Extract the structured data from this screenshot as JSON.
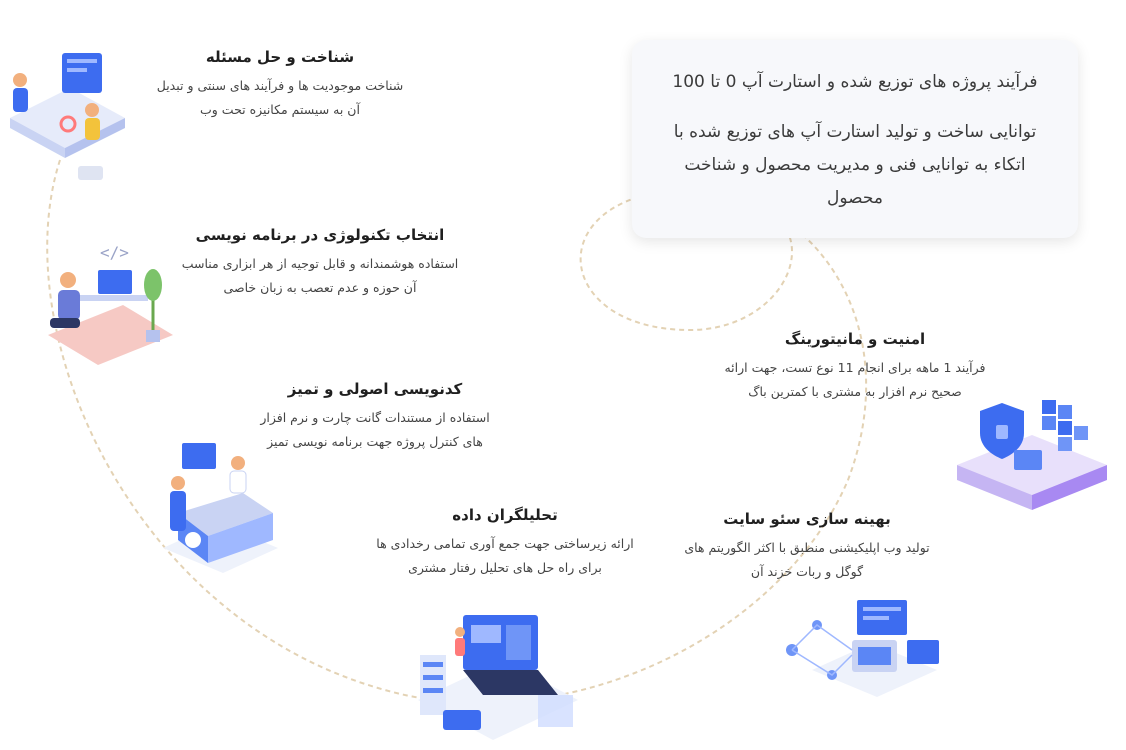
{
  "intro": {
    "title": "فرآیند پروژه های توزیع شده و استارت آپ 0 تا 100",
    "description": "توانایی ساخت و تولید استارت آپ های توزیع شده با اتکاء به توانایی فنی و مدیریت محصول و شناخت محصول"
  },
  "steps": [
    {
      "title": "شناخت و حل مسئله",
      "text": "شناخت موجودیت ها و فرآیند های سنتی و تبدیل آن به سیستم مکانیزه تحت وب",
      "icon": "people-at-desk-icon"
    },
    {
      "title": "انتخاب تکنولوژی در برنامه نویسی",
      "text": "استفاده هوشمندانه و قابل توجیه از هر ابزاری مناسب آن حوزه و عدم تعصب به زبان خاصی",
      "icon": "developer-desk-icon"
    },
    {
      "title": "کدنویسی اصولی و تمیز",
      "text": "استفاده از مستندات گانت چارت و نرم افزار های کنترل پروژه جهت برنامه نویسی تمیز",
      "icon": "reception-desk-icon"
    },
    {
      "title": "تحلیلگران داده",
      "text": "ارائه زیرساختی جهت جمع آوری تمامی رخدادی ها برای راه حل های تحلیل رفتار مشتری",
      "icon": "data-analytics-icon"
    },
    {
      "title": "بهینه سازی سئو سایت",
      "text": "تولید وب اپلیکیشنی منطبق با اکثر الگوریتم های گوگل و ربات خزند آن",
      "icon": "seo-network-icon"
    },
    {
      "title": "امنیت و مانیتورینگ",
      "text": "فرآیند 1 ماهه برای انجام 11 نوع تست، جهت ارائه صحیح نرم افزار به مشتری با کمترین باگ",
      "icon": "security-shield-icon"
    }
  ],
  "colors": {
    "path": "#e3d2b4",
    "accent": "#3d6cf0",
    "light": "#dfe7fb",
    "purple": "#a889f2"
  }
}
